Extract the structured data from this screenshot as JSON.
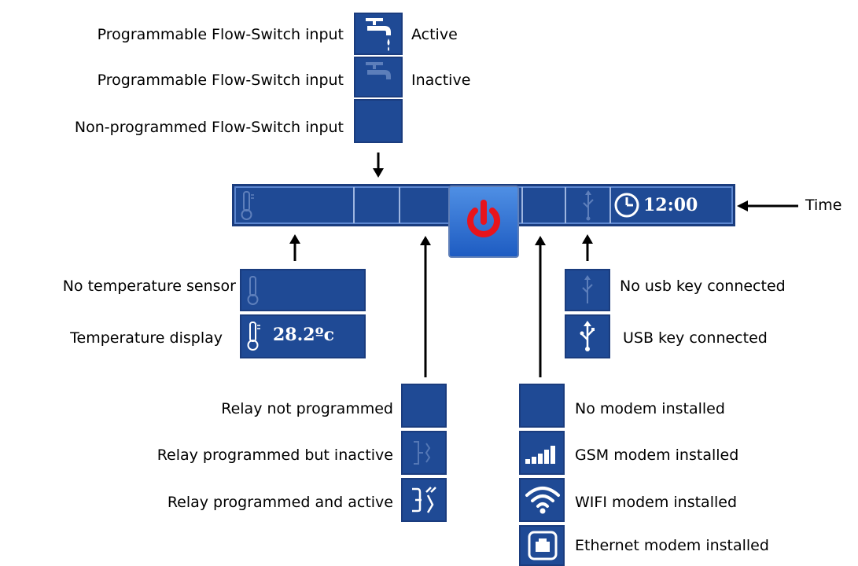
{
  "flow_switch": {
    "active_desc": "Programmable Flow-Switch input",
    "active_state": "Active",
    "inactive_desc": "Programmable Flow-Switch input",
    "inactive_state": "Inactive",
    "nonprog_desc": "Non-programmed Flow-Switch input"
  },
  "status_bar": {
    "time": "12:00",
    "time_label": "Time"
  },
  "temperature": {
    "no_sensor": "No temperature sensor",
    "display_label": "Temperature display",
    "value": "28.2ºc"
  },
  "usb": {
    "none": "No usb key connected",
    "connected": "USB key connected"
  },
  "relay": {
    "not_programmed": "Relay not programmed",
    "inactive": "Relay programmed but inactive",
    "active": "Relay programmed and active"
  },
  "modem": {
    "none": "No modem installed",
    "gsm": "GSM modem installed",
    "wifi": "WIFI modem installed",
    "ethernet": "Ethernet modem installed"
  },
  "colors": {
    "tile": "#1f4a95",
    "power_red": "#e8141c"
  }
}
